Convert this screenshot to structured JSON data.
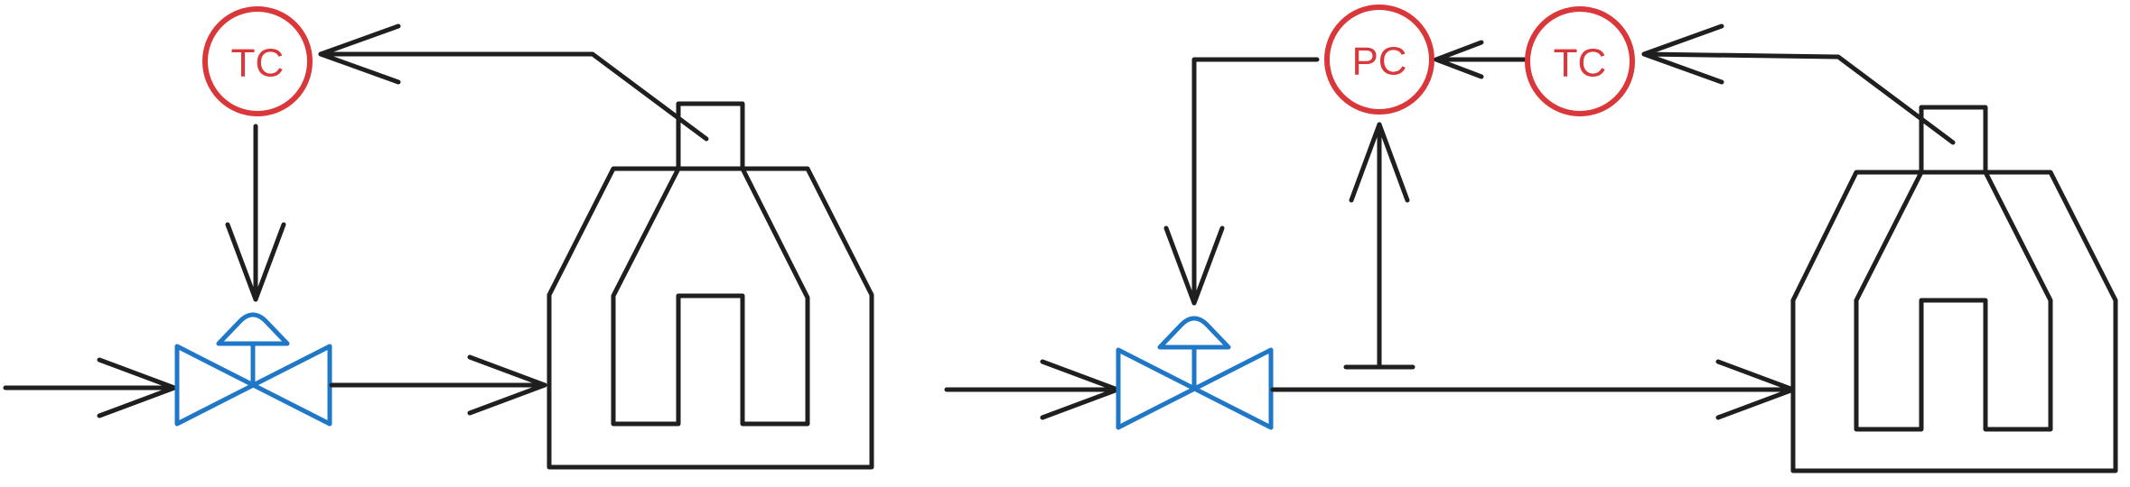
{
  "colors": {
    "line": "#1f1f1f",
    "valve": "#1f77c8",
    "controller": "#d9373a"
  },
  "icons": {
    "controller": "instrument-bubble",
    "valve": "control-valve",
    "vessel": "jacketed-vessel"
  },
  "left_loop": {
    "controller": {
      "label": "TC"
    }
  },
  "right_loop": {
    "pressure_controller": {
      "label": "PC"
    },
    "temperature_controller": {
      "label": "TC"
    }
  }
}
